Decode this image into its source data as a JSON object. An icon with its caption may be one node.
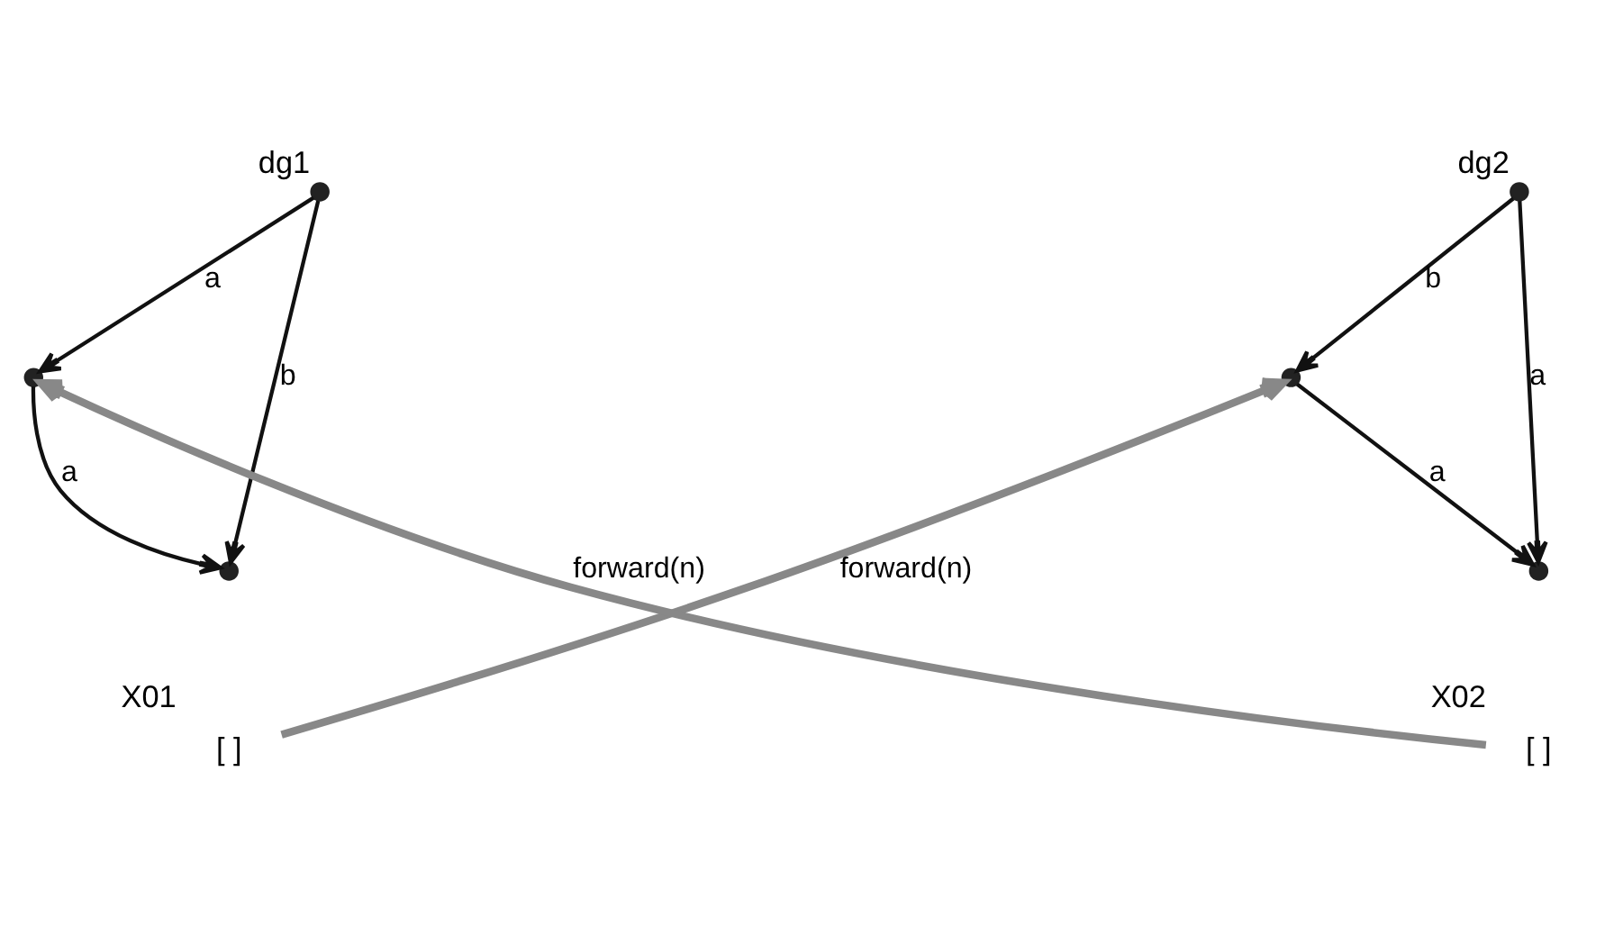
{
  "diagram": {
    "nodes": [
      {
        "text": [],
        "shape": "circle",
        "beside": [
          "dg1"
        ]
      },
      {
        "text": [],
        "shape": "circle"
      },
      {
        "text": [],
        "shape": "circle"
      },
      {
        "text": [
          "[ ]"
        ],
        "beside": [
          "X01"
        ]
      },
      {
        "text": [],
        "shape": "circle",
        "beside": [
          "dg2"
        ]
      },
      {
        "text": [],
        "shape": "circle"
      },
      {
        "text": [],
        "shape": "circle"
      },
      {
        "text": [
          "[ ]"
        ],
        "beside": [
          "X02"
        ]
      }
    ],
    "edges": [
      {
        "from": 0,
        "to": 1,
        "arrow": "to",
        "label": "a"
      },
      {
        "from": 1,
        "to": 2,
        "arrow": "to",
        "label": "a"
      },
      {
        "from": 0,
        "to": 2,
        "arrow": "to",
        "label": "b"
      },
      {
        "from": 4,
        "to": 5,
        "arrow": "to",
        "label": "b"
      },
      {
        "from": 5,
        "to": 6,
        "arrow": "to",
        "label": "a"
      },
      {
        "from": 4,
        "to": 6,
        "arrow": "to",
        "label": "a"
      },
      {
        "from": 3,
        "to": 5,
        "arrow": "to",
        "label": "forward(n)",
        "style": "thick",
        "color": "#888888"
      },
      {
        "from": 7,
        "to": 1,
        "arrow": "to",
        "label": "forward(n)",
        "style": "thick",
        "color": "#888888"
      }
    ]
  }
}
